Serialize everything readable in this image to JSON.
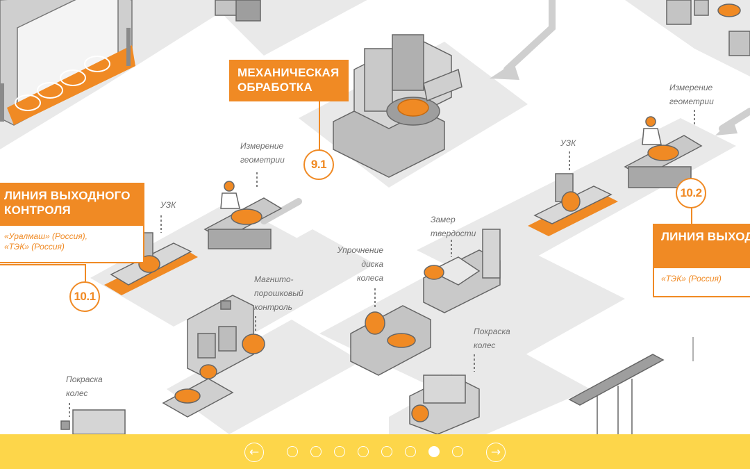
{
  "sections": [
    {
      "title": "МЕХАНИЧЕСКАЯ ОБРАБОТКА",
      "number": "9.1"
    },
    {
      "title": "ЛИНИЯ ВЫХОДНОГО КОНТРОЛЯ",
      "number": "10.1",
      "suppliers": "«Уралмаш» (Россия),\n«ТЭК» (Россия)"
    },
    {
      "title": "ЛИНИЯ ВЫХОДНОГО КОНТРОЛЯ",
      "number": "10.2",
      "suppliers": "«ТЭК» (Россия)"
    }
  ],
  "labels": {
    "geometry_left": "Измерение\nгеометрии",
    "uzk_left": "УЗК",
    "magnetic": "Магнито-\nпорошковый\nконтроль",
    "paint_left": "Покраска\nколес",
    "hardening": "Упрочнение\nдиска\nколеса",
    "hardness": "Замер\nтвердости",
    "paint_right": "Покраска\nколес",
    "uzk_right": "УЗК",
    "geometry_right": "Измерение\nгеометрии"
  },
  "navigation": {
    "prev": "←",
    "next": "→",
    "dot_count": 8,
    "active_index": 6
  },
  "colors": {
    "accent": "#f08a24",
    "nav_bg": "#fdd64a",
    "platform": "#e6e6e6",
    "machine": "#bdbdbd"
  }
}
